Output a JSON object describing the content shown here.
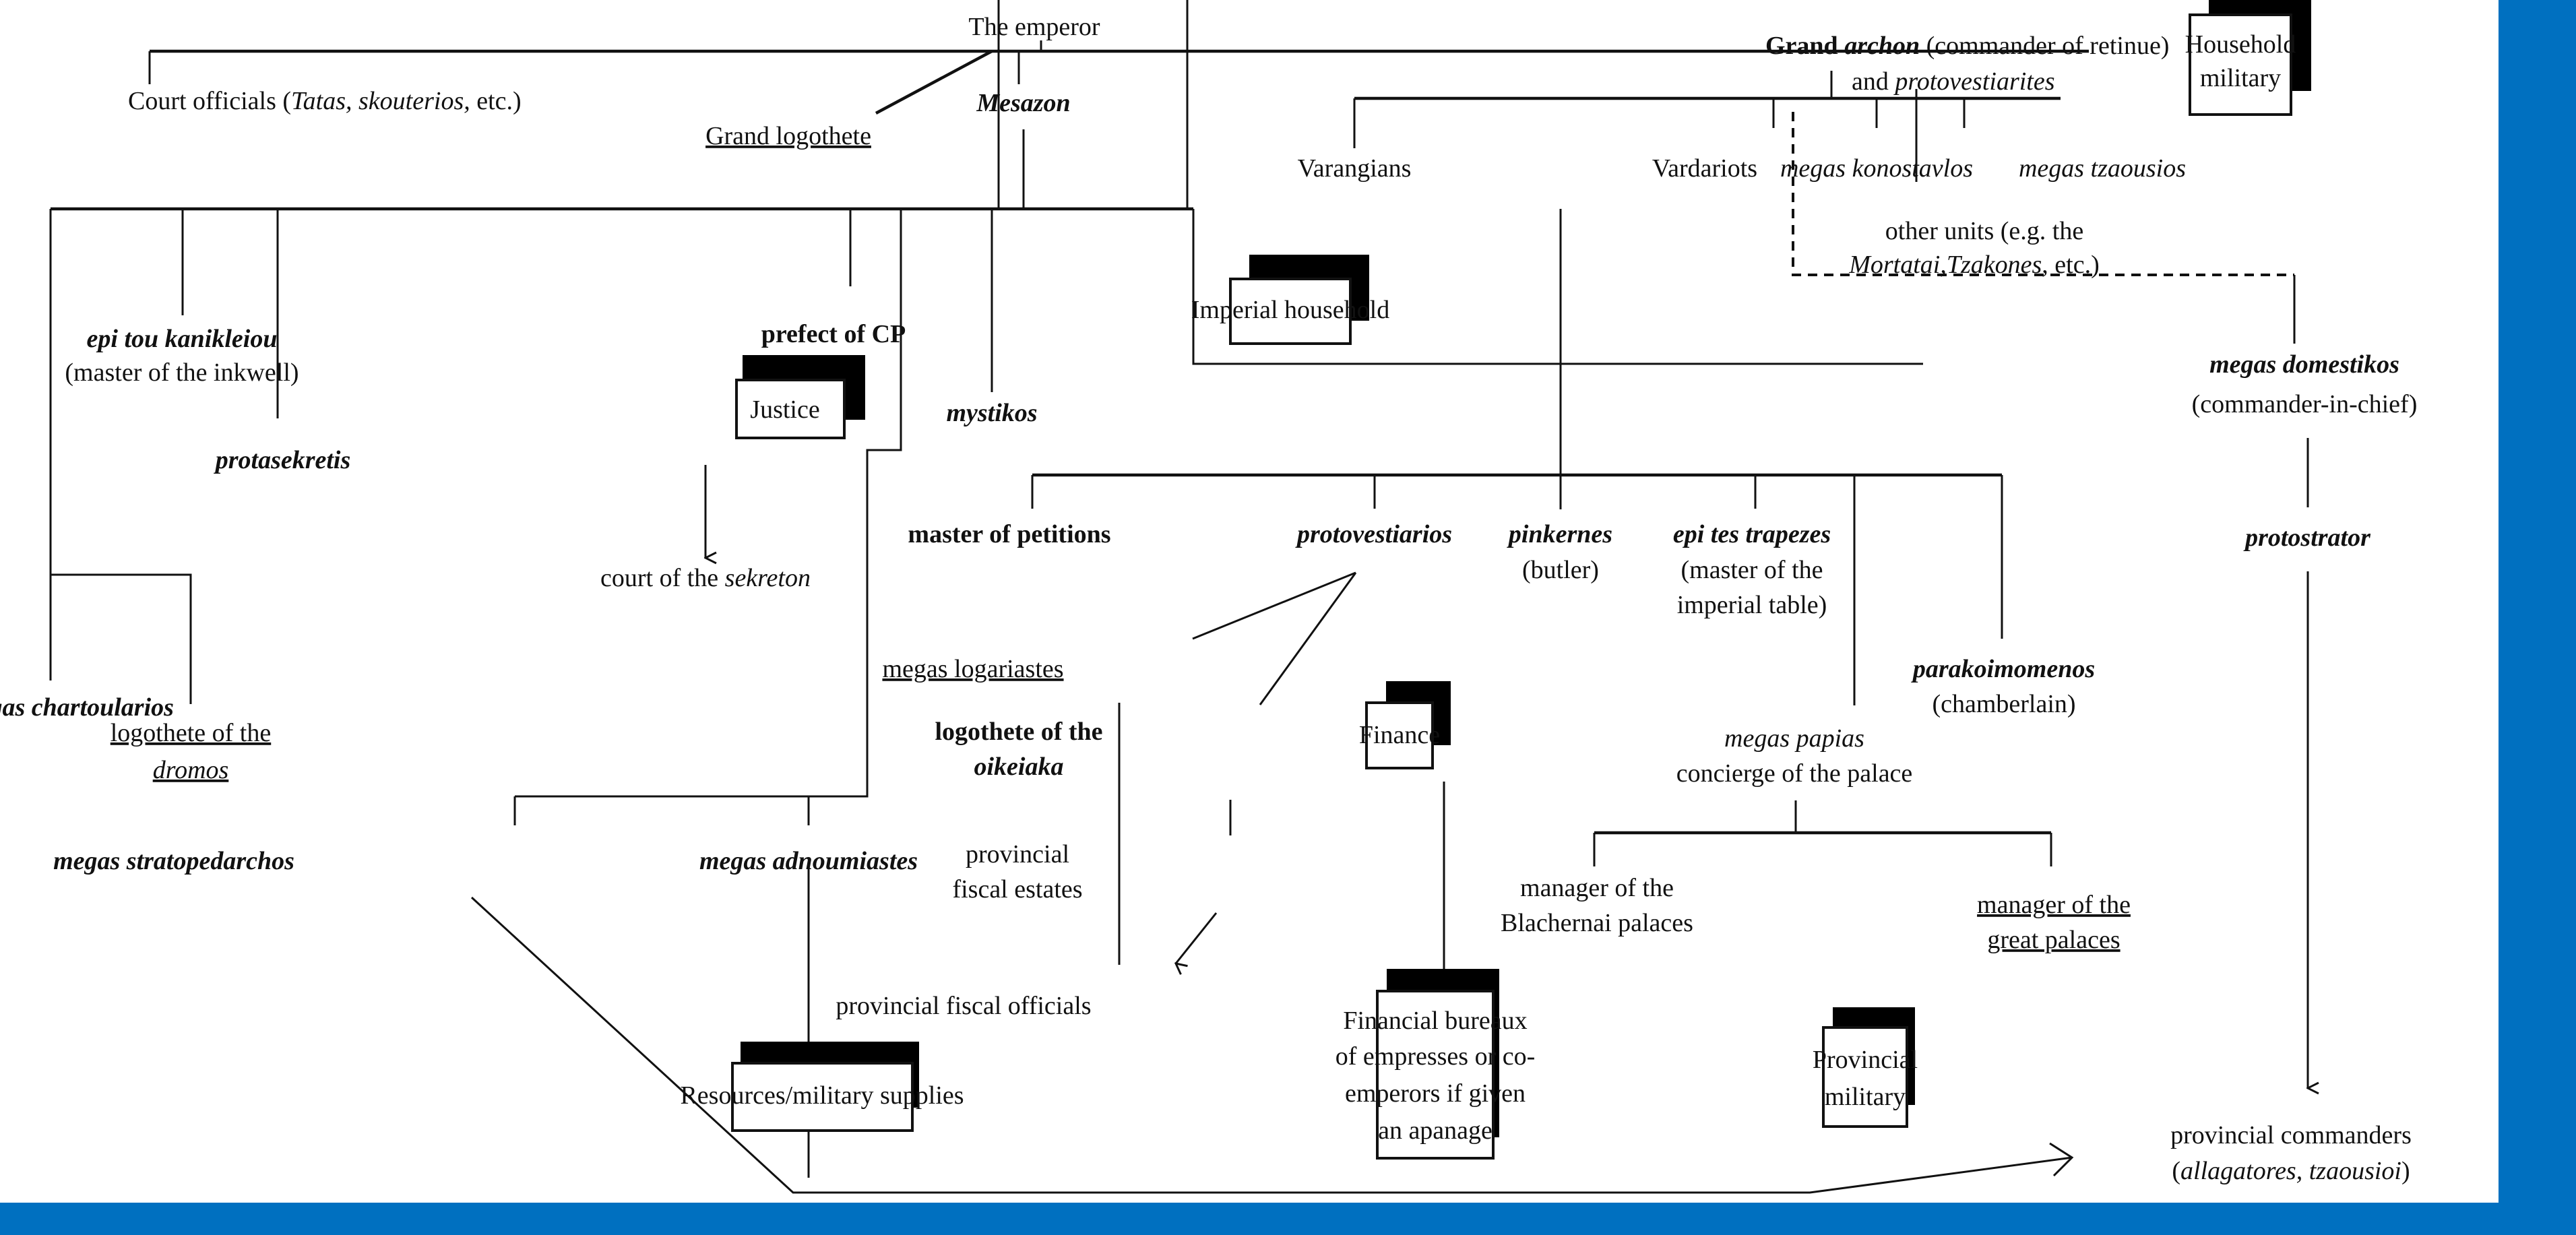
{
  "frame": {
    "background": "#0070C0",
    "canvas": "#ffffff"
  },
  "nodes": {
    "emperor": "The emperor",
    "court_officials": {
      "pre": "Court officials (",
      "italic": "Tatas, skouterios,",
      "post": " etc.)"
    },
    "grand_logothete": "Grand logothete",
    "mesazon": "Mesazon",
    "grand_archon": {
      "bold": "Grand ",
      "bold_italic": "archon",
      "post": " (commander of retinue)",
      "line2_pre": "and ",
      "line2_italic": "protovestiarites"
    },
    "varangians": "Varangians",
    "vardariots": "Vardariots",
    "megas_konostavlos": "megas konostavlos",
    "megas_tzaousios": "megas tzaousios",
    "other_units": {
      "line1": "other units (e.g. the",
      "line2_italic": "Mortatai,Tzakones",
      "line2_post": ", etc.)"
    },
    "megas_domestikos": {
      "name": "megas domestikos",
      "desc": "(commander-in-chief)"
    },
    "protostrator": "protostrator",
    "provincial_commanders": {
      "line1": "provincial commanders",
      "line2_pre": "(",
      "line2_italic": "allagatores, tzaousioi",
      "line2_post": ")"
    },
    "epi_tou_kanikleiou": {
      "name": "epi tou kanikleiou",
      "desc": "(master of the inkwell)"
    },
    "prefect_of_cp": "prefect of CP",
    "protasekretis": "protasekretis",
    "court_of_sekreton": {
      "pre": "court of the ",
      "italic": "sekreton"
    },
    "mystikos": "mystikos",
    "master_of_petitions": "master of petitions",
    "protovestiarios": "protovestiarios",
    "pinkernes": {
      "name": "pinkernes",
      "desc": "(butler)"
    },
    "epi_tes_trapezes": {
      "name": "epi tes trapezes",
      "desc1": "(master of the",
      "desc2": "imperial table)"
    },
    "parakoimomenos": {
      "name": "parakoimomenos",
      "desc": "(chamberlain)"
    },
    "megas_papias": {
      "name": "megas papias",
      "desc": "concierge of the palace"
    },
    "manager_blachernai": {
      "line1": "manager of the",
      "line2": "Blachernai palaces"
    },
    "manager_great": {
      "line1": "manager of the",
      "line2": "great palaces"
    },
    "megas_chartoularios": "megas chartoularios",
    "logothete_dromos": {
      "line1": "logothete of the",
      "line2_italic": "dromos"
    },
    "megas_stratopedarchos": "megas stratopedarchos",
    "megas_adnoumiastes": "megas adnoumiastes",
    "megas_logariastes": "megas logariastes",
    "logothete_oikeiaka": {
      "line1": "logothete of the",
      "line2_italic": "oikeiaka"
    },
    "provincial_fiscal_estates": {
      "line1": "provincial",
      "line2": "fiscal estates"
    },
    "provincial_fiscal_officials": "provincial fiscal officials"
  },
  "boxes": {
    "household_military": [
      "Household",
      "military"
    ],
    "imperial_household": [
      "Imperial household"
    ],
    "justice": [
      "Justice"
    ],
    "finance": [
      "Finance"
    ],
    "resources": [
      "Resources/military supplies"
    ],
    "financial_bureaux": [
      "Financial bureaux",
      "of empresses or co-",
      "emperors if given",
      "an apanage"
    ],
    "provincial_military": [
      "Provincial",
      "military"
    ]
  }
}
